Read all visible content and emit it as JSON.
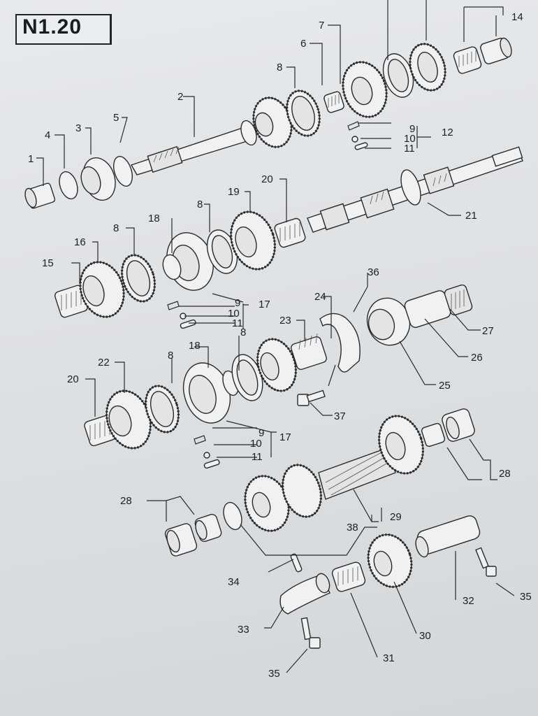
{
  "reference": "N1.20",
  "callouts": [
    "1",
    "2",
    "3",
    "4",
    "5",
    "6",
    "7",
    "8",
    "9",
    "10",
    "11",
    "12",
    "14",
    "15",
    "16",
    "17",
    "18",
    "19",
    "20",
    "21",
    "22",
    "23",
    "24",
    "25",
    "26",
    "27",
    "28",
    "29",
    "30",
    "31",
    "32",
    "33",
    "34",
    "35",
    "36",
    "37",
    "38"
  ]
}
